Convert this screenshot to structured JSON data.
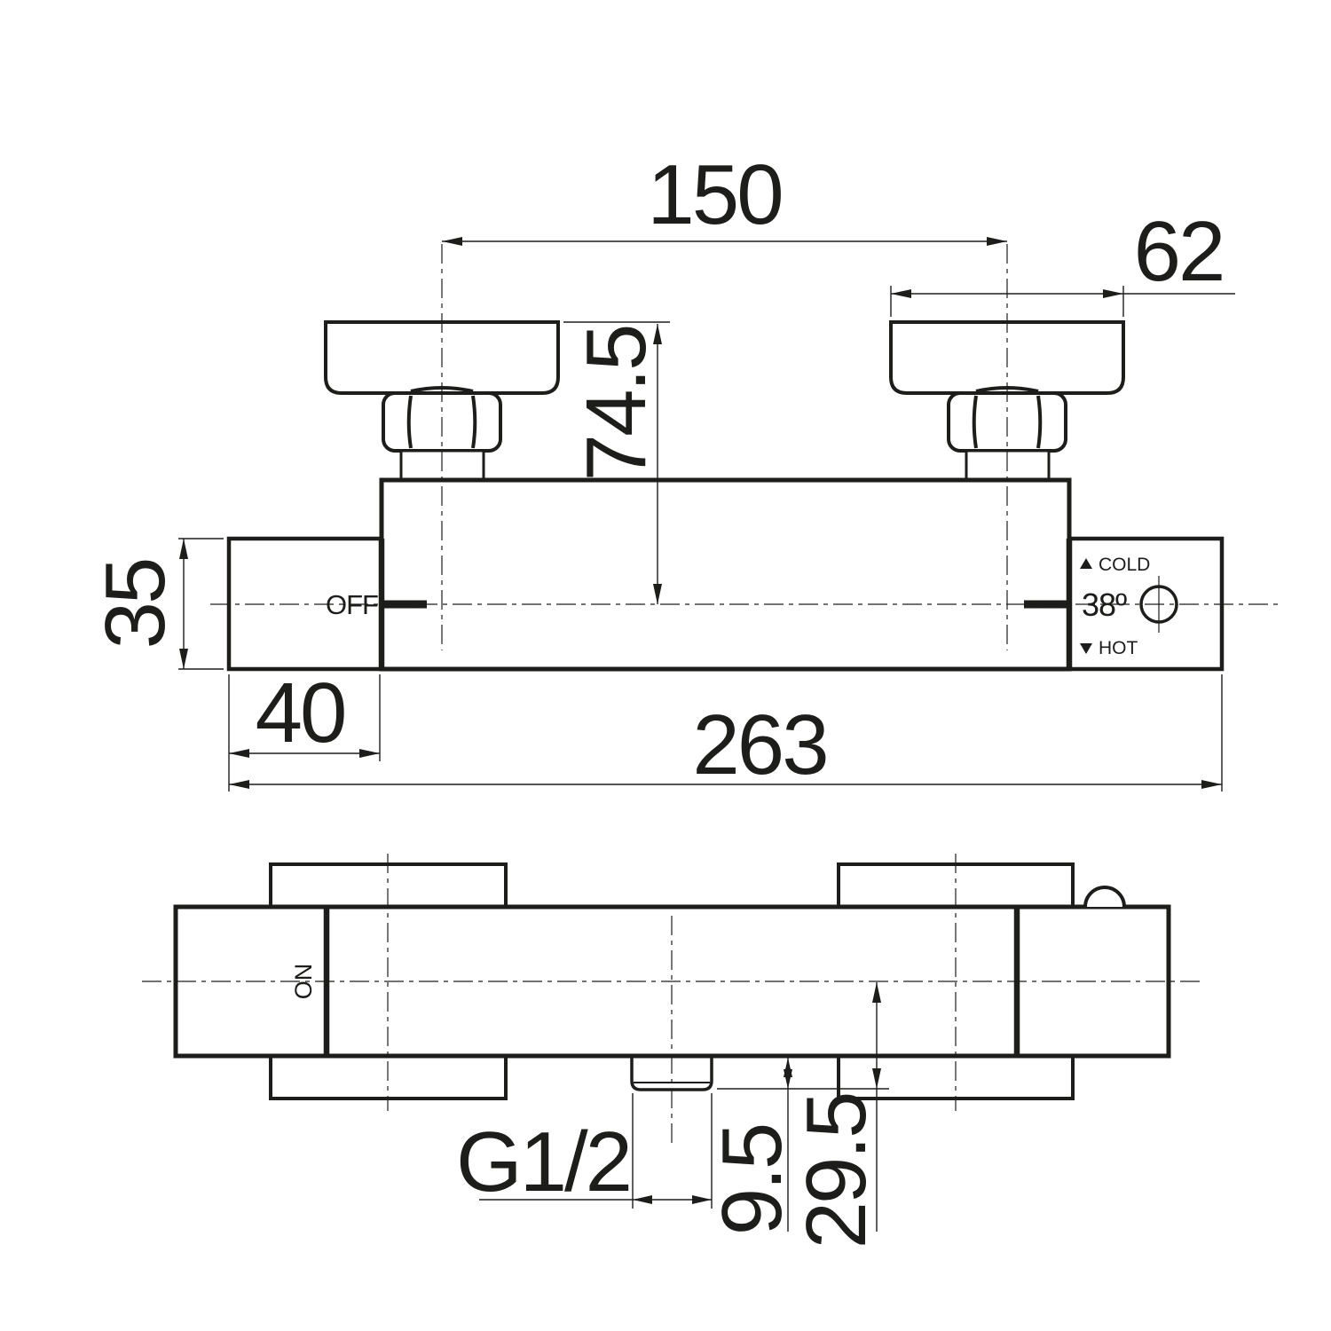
{
  "drawing": {
    "subject": "Wall-mounted thermostatic shower mixer - dimensioned technical drawing, front view and top view",
    "colors": {
      "line": "#1d1d1b",
      "background": "#ffffff"
    },
    "front_view": {
      "dimensions": {
        "inlet_center_distance": "150",
        "escutcheon_width": "62",
        "wall_plate_to_axis": "74.5",
        "handle_height": "35",
        "handle_length": "40",
        "overall_length": "263"
      },
      "labels": {
        "off": "OFF",
        "cold": "COLD",
        "hot": "HOT",
        "temperature": "38º"
      }
    },
    "top_view": {
      "dimensions": {
        "outlet_thread": "G1/2",
        "outlet_projection": "9.5",
        "outlet_to_axis": "29.5"
      },
      "labels": {
        "on": "ON"
      }
    }
  }
}
